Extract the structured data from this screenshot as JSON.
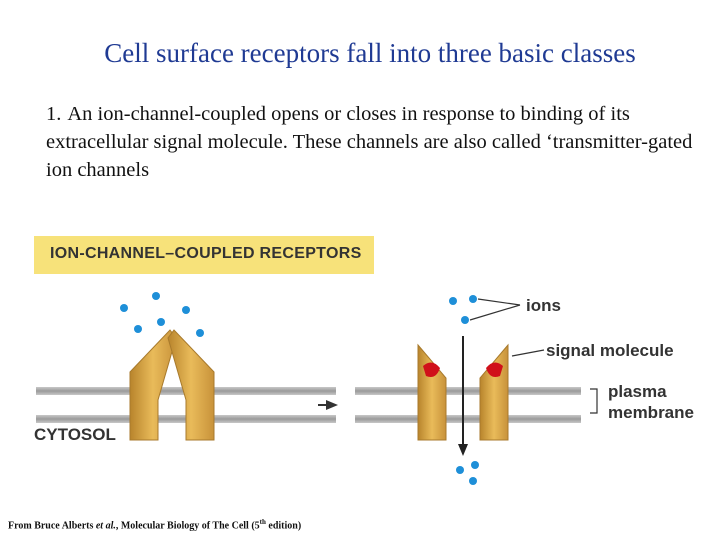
{
  "title": "Cell surface receptors fall into three basic classes",
  "body": {
    "number": "1.",
    "text": "An ion-channel-coupled opens or closes in response to binding of its extracellular signal molecule. These channels are also called ‘transmitter-gated ion channels"
  },
  "diagram": {
    "banner": "ION-CHANNEL–COUPLED RECEPTORS",
    "cytosol_label": "CYTOSOL",
    "ions_label": "ions",
    "signal_label": "signal molecule",
    "membrane_label_line1": "plasma",
    "membrane_label_line2": "membrane",
    "colors": {
      "banner": "#f7e27a",
      "ion": "#1e8fd8",
      "receptor": "#d9a443",
      "signal": "#d0101a",
      "membrane": "#9a9a9a"
    }
  },
  "caption": {
    "prefix": "From Bruce Alberts ",
    "italic": "et al.",
    "middle": ", Molecular Biology of The Cell (5",
    "sup": "th",
    "suffix": " edition)"
  }
}
